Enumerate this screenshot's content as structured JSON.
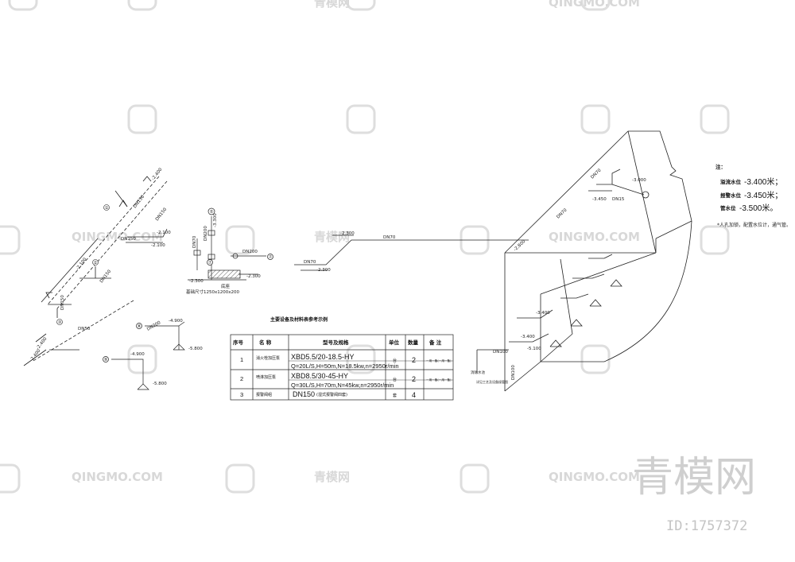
{
  "watermark": {
    "brand_en": "QINGMO.COM",
    "brand_cn_small": "青模网",
    "brand_cn_big": "青模网",
    "id_label": "ID:1757372"
  },
  "left_isometric": {
    "labels": [
      "-2.400",
      "DN150",
      "-2.100",
      "DN150",
      "-2.100",
      "DN150",
      "-2.100",
      "DN150",
      "DN150",
      "DN50",
      "-2.400",
      "-2.400"
    ],
    "markers": [
      "①",
      "②",
      "③"
    ]
  },
  "small_detail": {
    "labels": [
      "⑤",
      "DN70",
      "DN200",
      "-2.300",
      "-2.300",
      "⑦",
      "⑦",
      "DN200",
      "-3.300"
    ],
    "foundation_note": "基础尺寸1250x1200x200",
    "foundation_caption": "底座"
  },
  "small_branches": {
    "labels": [
      "⑧",
      "DN200",
      "-4.900",
      "-5.800",
      "-4.900",
      "⑨",
      "-5.800"
    ]
  },
  "pipe_run": {
    "labels": [
      "-2.300",
      "DN70",
      "DN70",
      "-2.300"
    ]
  },
  "equipment_table": {
    "title": "主要设备及材料表参考示例",
    "headers": [
      "序号",
      "名  称",
      "型号及规格",
      "单位",
      "数量",
      "备  注"
    ],
    "rows": [
      {
        "no": "1",
        "name": "消火栓加压泵",
        "model": "XBD5.5/20-18.5-HY",
        "spec": "Q=20L/S,H=50m,N=18.5kw,n=2950r/min",
        "unit": "台",
        "qty": "2",
        "note": "一用一备(一用一备)"
      },
      {
        "no": "2",
        "name": "喷淋加压泵",
        "model": "XBD8.5/30-45-HY",
        "spec": "Q=30L/S,H=70m,N=45kw,n=2950r/min",
        "unit": "台",
        "qty": "2",
        "note": "一用一备(一用一备)"
      },
      {
        "no": "3",
        "name": "报警阀组",
        "model": "DN150",
        "spec": "(湿式报警阀四套)",
        "unit": "套",
        "qty": "4",
        "note": ""
      }
    ]
  },
  "tank": {
    "labels": [
      "-3.000",
      "DN70",
      "-3.450",
      "DN15",
      "DN70",
      "-2.800",
      "-3.400",
      "DN100",
      "-5.100",
      "DN100",
      "-3.400"
    ],
    "captions": [
      "消防水池",
      "详见工艺及设备接管图"
    ]
  },
  "notes": {
    "title": "注：",
    "items": [
      {
        "label": "溢流水位",
        "value": "-3.400米；"
      },
      {
        "label": "报警水位",
        "value": "-3.450米；"
      },
      {
        "label": "管水位",
        "value": "-3.500米。"
      }
    ],
    "extra": "*人孔加锁，配置水位计，通气管。"
  }
}
